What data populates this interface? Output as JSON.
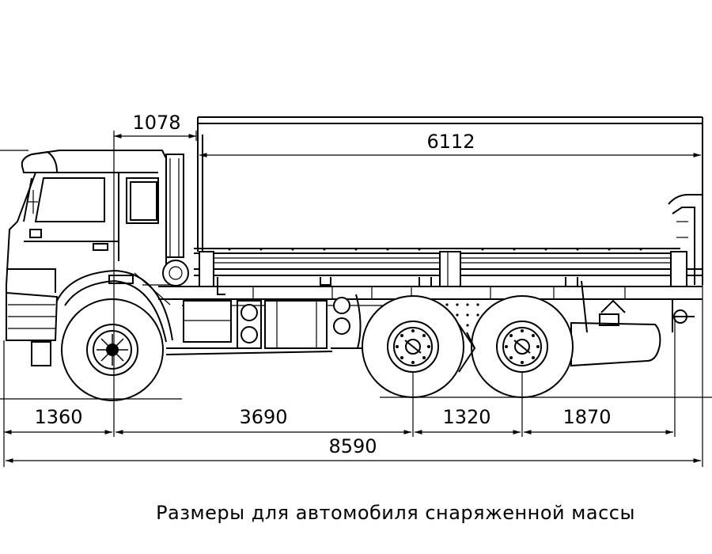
{
  "dimensions": {
    "cab_to_body": "1078",
    "body_length": "6112",
    "front_overhang": "1360",
    "wheelbase_front": "3690",
    "wheelbase_rear": "1320",
    "rear_overhang": "1870",
    "overall_length": "8590"
  },
  "caption": "Размеры для автомобиля снаряженной массы"
}
